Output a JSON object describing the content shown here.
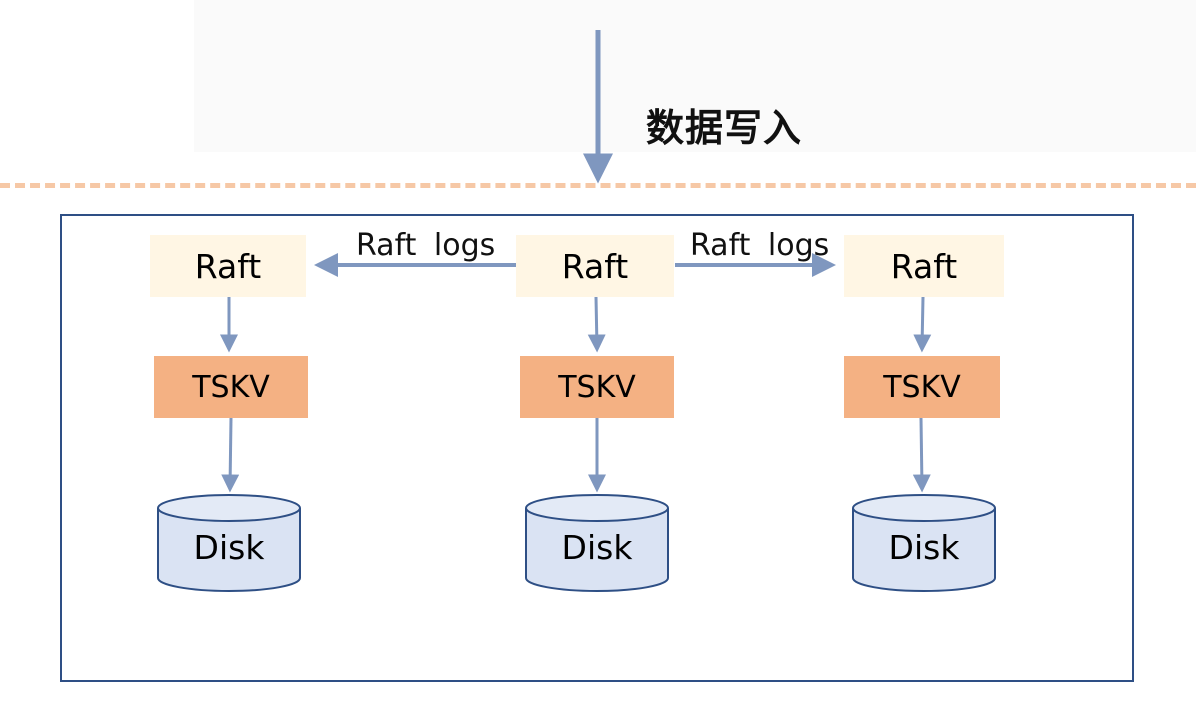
{
  "diagram": {
    "write_label": "数据写入",
    "log_label_left": "Raft  logs",
    "log_label_right": "Raft  logs",
    "nodes": [
      {
        "raft": "Raft",
        "tskv": "TSKV",
        "disk": "Disk"
      },
      {
        "raft": "Raft",
        "tskv": "TSKV",
        "disk": "Disk"
      },
      {
        "raft": "Raft",
        "tskv": "TSKV",
        "disk": "Disk"
      }
    ]
  },
  "colors": {
    "arrow": "#7f97bf",
    "container_border": "#2e4f85",
    "raft_fill": "#fff6e4",
    "tskv_fill": "#f4b183",
    "disk_fill": "#dae3f3",
    "disk_stroke": "#2e4f85",
    "dash": "#f6c8a6"
  }
}
